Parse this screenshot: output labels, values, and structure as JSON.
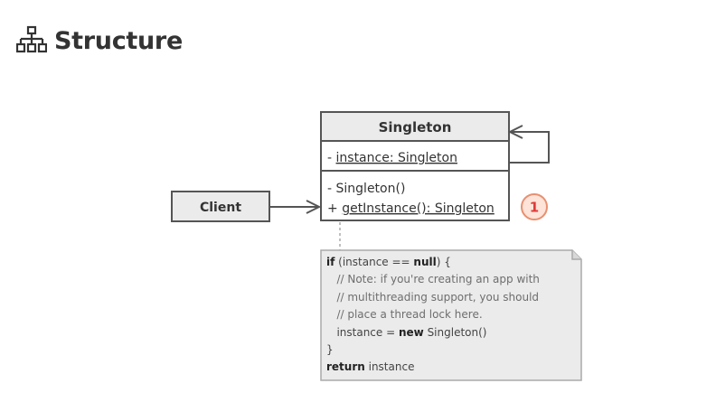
{
  "heading": {
    "icon": "hierarchy-structure-icon",
    "title": "Structure"
  },
  "client": {
    "label": "Client"
  },
  "singleton": {
    "title": "Singleton",
    "field": {
      "prefix": "- ",
      "name": "instance: Singleton"
    },
    "methods": [
      {
        "prefix": "- ",
        "name": "Singleton()",
        "underlined": false
      },
      {
        "prefix": "+ ",
        "name": "getInstance(): Singleton",
        "underlined": true
      }
    ]
  },
  "badge": {
    "number": "1",
    "color": "#e03a3a",
    "fill": "#fde3d8"
  },
  "note": {
    "lines": [
      [
        {
          "t": "if",
          "kw": true
        },
        {
          "t": " (instance == "
        },
        {
          "t": "null",
          "kw": true
        },
        {
          "t": ") {"
        }
      ],
      [
        {
          "t": "   // Note: if you're creating an app with",
          "comment": true
        }
      ],
      [
        {
          "t": "   // multithreading support, you should",
          "comment": true
        }
      ],
      [
        {
          "t": "   // place a thread lock here.",
          "comment": true
        }
      ],
      [
        {
          "t": "   instance = "
        },
        {
          "t": "new",
          "kw": true
        },
        {
          "t": " Singleton()"
        }
      ],
      [
        {
          "t": "}"
        }
      ],
      [
        {
          "t": "return",
          "kw": true
        },
        {
          "t": " instance"
        }
      ]
    ]
  }
}
